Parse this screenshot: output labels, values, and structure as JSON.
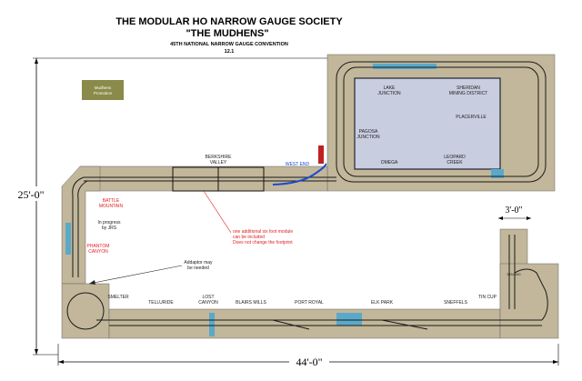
{
  "header": {
    "title": "THE MODULAR HO NARROW GAUGE SOCIETY",
    "subtitle": "\"THE MUDHENS\"",
    "convention": "45TH NATIONAL NARROW GAUGE CONVENTION",
    "version": "12.1"
  },
  "promo_box": {
    "label_line1": "Mudhens",
    "label_line2": "Promotion",
    "color": "#8a8a4a"
  },
  "dimensions": {
    "height": "25'-0\"",
    "width": "44'-0\"",
    "right_gap": "3'-0\""
  },
  "loop_labels": {
    "lake_junction": [
      "LAKE",
      "JUNCTION"
    ],
    "sheridan": [
      "SHERIDAN",
      "MINING DISTRICT"
    ],
    "placerville": "PLACERVILLE",
    "pagosa": [
      "PAGOSA",
      "JUNCTION"
    ],
    "omega": "OMEGA",
    "leopard": [
      "LEOPARD",
      "CREEK"
    ],
    "inner_color": "#c8cde0"
  },
  "top_run": {
    "berkshire": [
      "BERKSHIRE",
      "VALLEY"
    ],
    "west_end": "WEST END"
  },
  "left_side": {
    "battle": [
      "BATTLE",
      "MOUNTAIN"
    ],
    "in_progress": [
      "In progress",
      "by JRS"
    ],
    "phantom": [
      "PHANTOM",
      "CANYON"
    ],
    "adaptor": [
      "Addaptor may",
      "be needed"
    ]
  },
  "note": [
    "one additional six foot module",
    "can be included",
    "Does not change the footprint"
  ],
  "bottom_labels": {
    "smelter": "SMELTER",
    "telluride": "TELLURIDE",
    "lost_canyon": [
      "LOST",
      "CANYON"
    ],
    "blairs_mills": "BLAIRS MILLS",
    "port_royal": "PORT ROYAL",
    "elk_park": "ELK PARK",
    "sneffels": "SNEFFELS",
    "tin_cup": "TIN CUP",
    "staging": "STAGING"
  },
  "colors": {
    "module": "#c2b79a",
    "track": "#1a1a1a",
    "water": "#5aa9c9",
    "red": "#e02020",
    "wire": "#1a4bd1",
    "dim_line": "#000000"
  }
}
